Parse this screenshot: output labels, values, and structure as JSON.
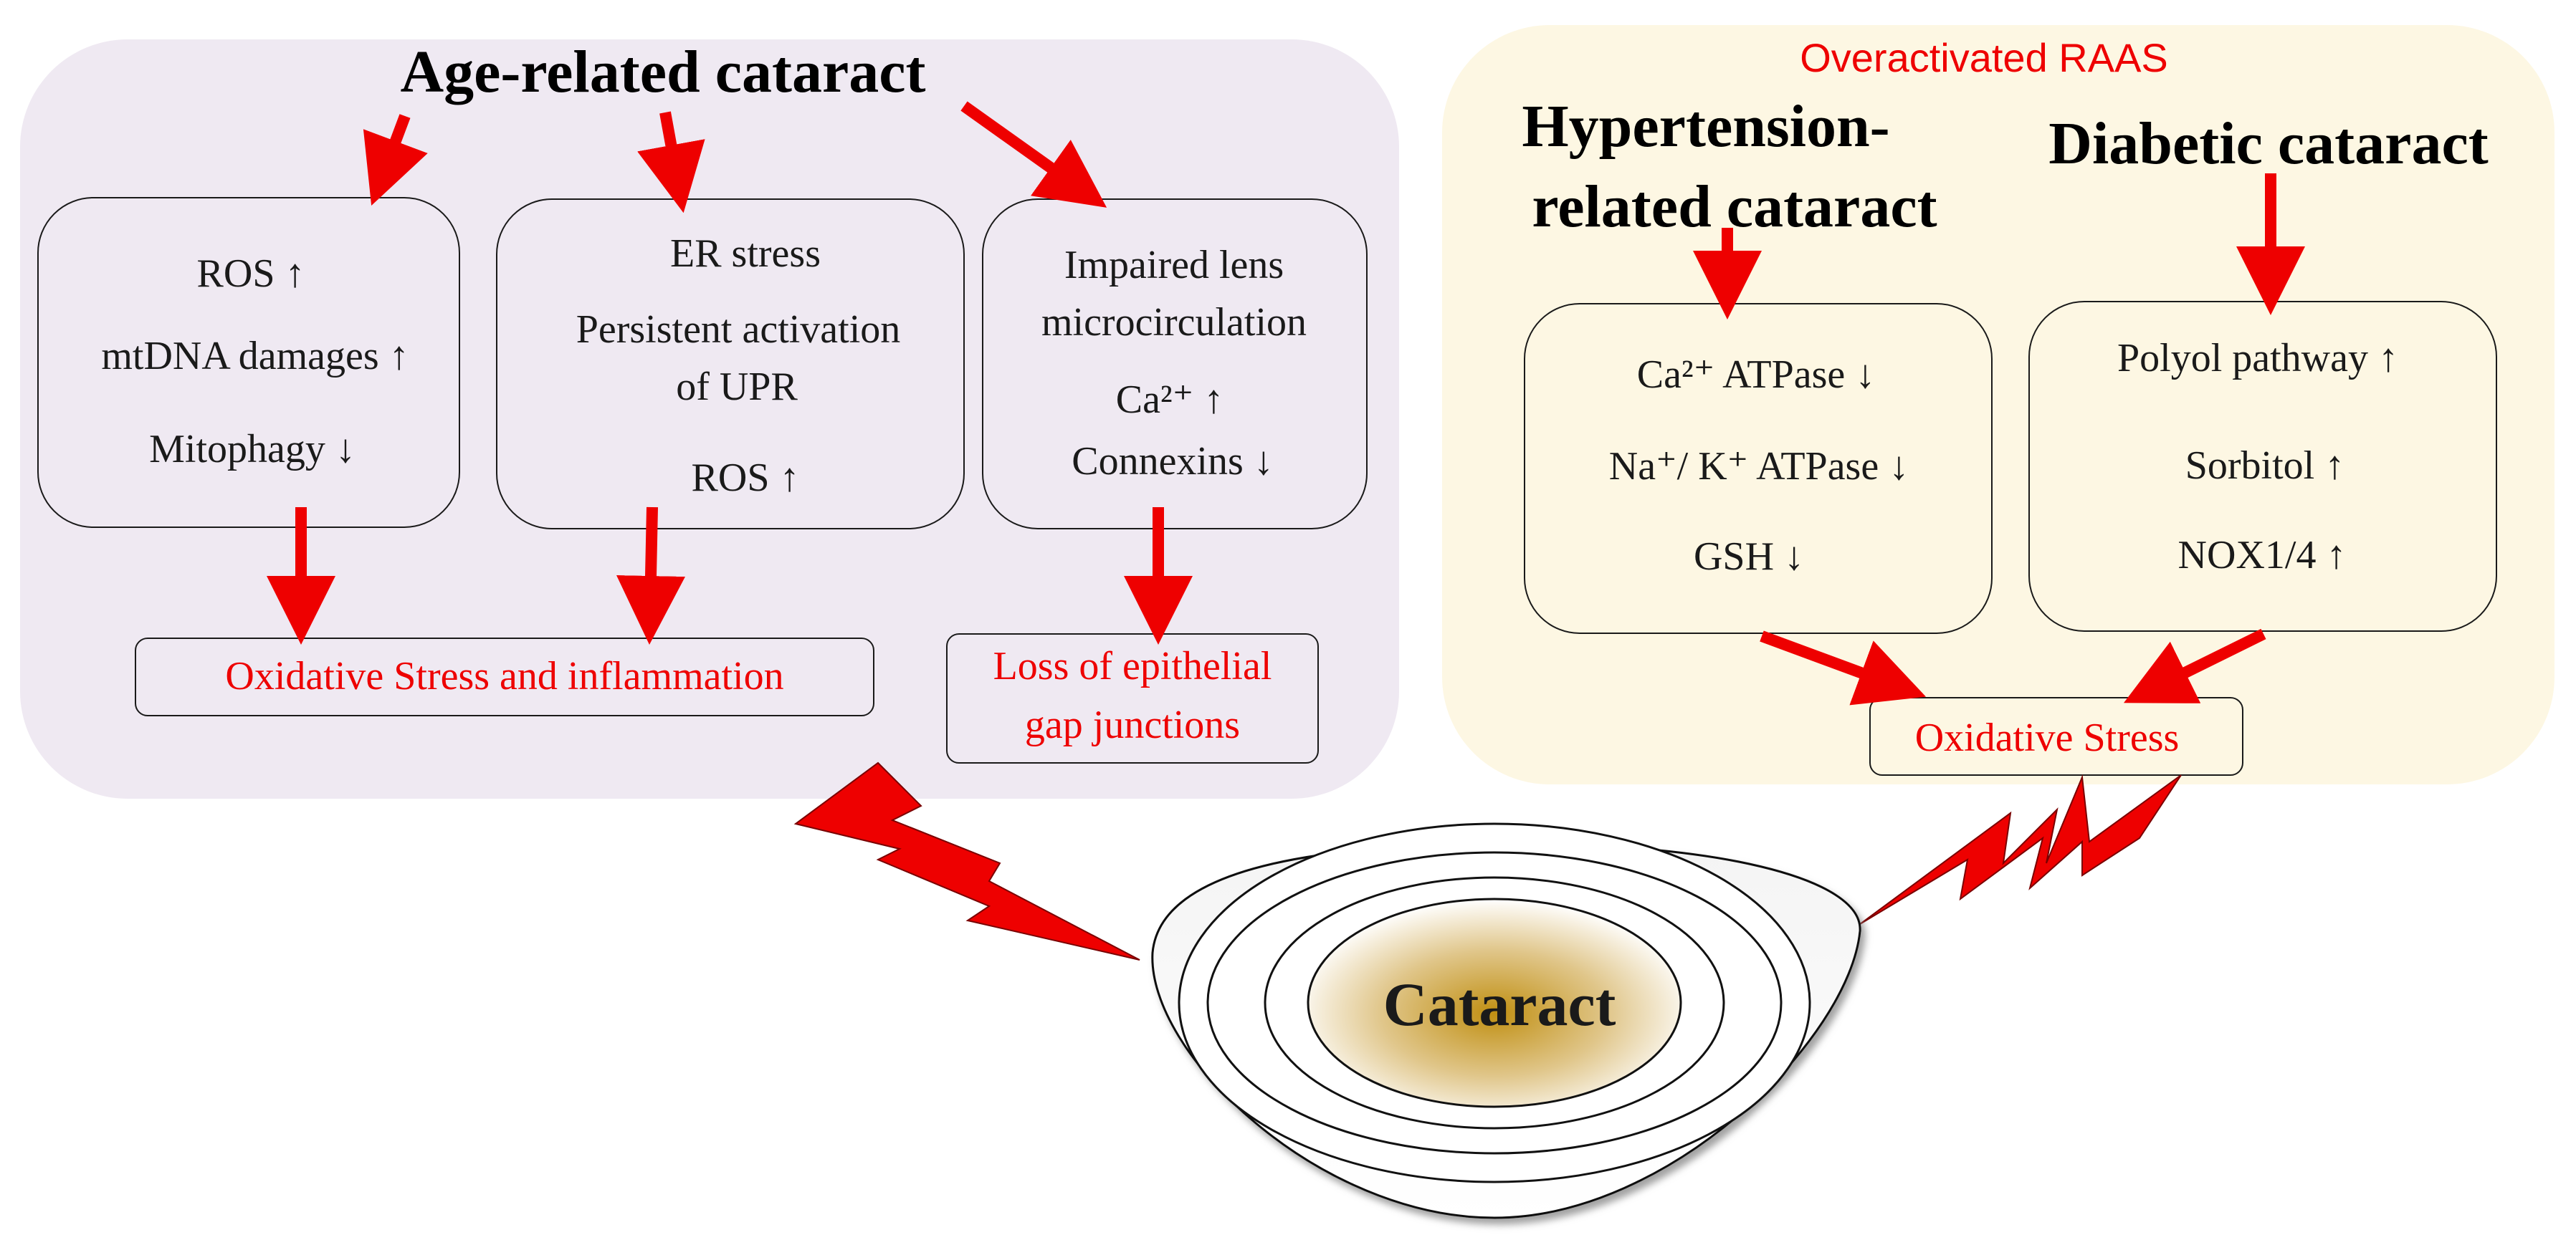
{
  "age_panel": {
    "title": "Age-related cataract",
    "box1": {
      "lines": [
        "ROS ↑",
        "mtDNA damages ↑",
        "Mitophagy ↓"
      ]
    },
    "box2": {
      "lines": [
        "ER stress",
        "Persistent activation",
        "of UPR",
        "ROS ↑"
      ]
    },
    "box3": {
      "lines": [
        "Impaired lens",
        "microcirculation",
        "Ca²⁺ ↑",
        "Connexins ↓"
      ]
    },
    "outcome1": "Oxidative Stress and inflammation",
    "outcome2": [
      "Loss of epithelial",
      "gap junctions"
    ]
  },
  "raas_panel": {
    "label": "Overactivated RAAS",
    "hypertension_title": [
      "Hypertension-",
      "related cataract"
    ],
    "diabetic_title": "Diabetic cataract",
    "box1": {
      "lines": [
        "Ca²⁺ ATPase ↓",
        "Na⁺/ K⁺ ATPase ↓",
        "GSH ↓"
      ]
    },
    "box2": {
      "lines": [
        "Polyol pathway ↑",
        "Sorbitol ↑",
        "NOX1/4 ↑"
      ]
    },
    "outcome": "Oxidative Stress"
  },
  "center": {
    "label": "Cataract"
  },
  "colors": {
    "age_panel_bg": "#efe9f2",
    "raas_panel_bg": "#fdf7e3",
    "arrow": "#ee0000",
    "lens_core": "#c79a1f"
  }
}
